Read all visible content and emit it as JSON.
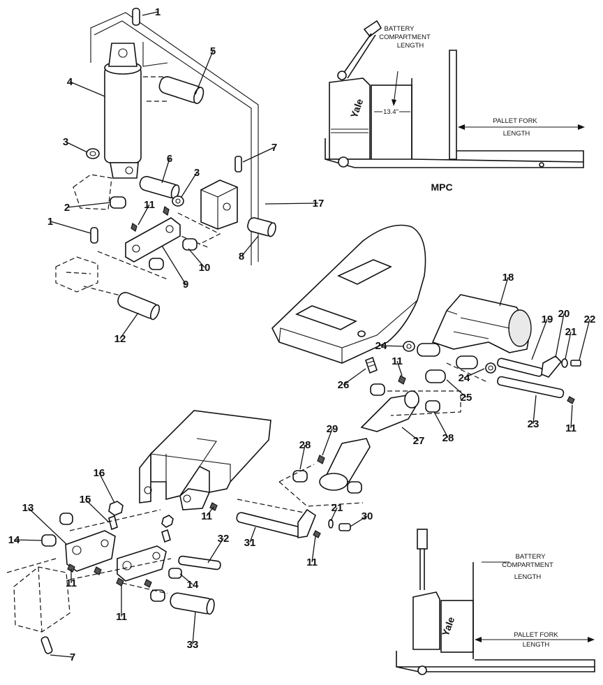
{
  "diagram": {
    "callouts": [
      {
        "id": "c1a",
        "label": "1"
      },
      {
        "id": "c5",
        "label": "5"
      },
      {
        "id": "c4",
        "label": "4"
      },
      {
        "id": "c3a",
        "label": "3"
      },
      {
        "id": "c7a",
        "label": "7"
      },
      {
        "id": "c6",
        "label": "6"
      },
      {
        "id": "c3b",
        "label": "3"
      },
      {
        "id": "c2",
        "label": "2"
      },
      {
        "id": "c11a",
        "label": "11"
      },
      {
        "id": "c1b",
        "label": "1"
      },
      {
        "id": "c8",
        "label": "8"
      },
      {
        "id": "c10",
        "label": "10"
      },
      {
        "id": "c9",
        "label": "9"
      },
      {
        "id": "c12",
        "label": "12"
      },
      {
        "id": "c17",
        "label": "17"
      },
      {
        "id": "c18",
        "label": "18"
      },
      {
        "id": "c19",
        "label": "19"
      },
      {
        "id": "c20",
        "label": "20"
      },
      {
        "id": "c22",
        "label": "22"
      },
      {
        "id": "c21a",
        "label": "21"
      },
      {
        "id": "c24a",
        "label": "24"
      },
      {
        "id": "c24b",
        "label": "24"
      },
      {
        "id": "c11b",
        "label": "11"
      },
      {
        "id": "c26",
        "label": "26"
      },
      {
        "id": "c25",
        "label": "25"
      },
      {
        "id": "c23",
        "label": "23"
      },
      {
        "id": "c11c",
        "label": "11"
      },
      {
        "id": "c28a",
        "label": "28"
      },
      {
        "id": "c27",
        "label": "27"
      },
      {
        "id": "c29",
        "label": "29"
      },
      {
        "id": "c28b",
        "label": "28"
      },
      {
        "id": "c16",
        "label": "16"
      },
      {
        "id": "c15",
        "label": "15"
      },
      {
        "id": "c13",
        "label": "13"
      },
      {
        "id": "c14a",
        "label": "14"
      },
      {
        "id": "c11d",
        "label": "11"
      },
      {
        "id": "c21b",
        "label": "21"
      },
      {
        "id": "c30",
        "label": "30"
      },
      {
        "id": "c31",
        "label": "31"
      },
      {
        "id": "c32",
        "label": "32"
      },
      {
        "id": "c11e",
        "label": "11"
      },
      {
        "id": "c11f",
        "label": "11"
      },
      {
        "id": "c14b",
        "label": "14"
      },
      {
        "id": "c11g",
        "label": "11"
      },
      {
        "id": "c33",
        "label": "33"
      },
      {
        "id": "c7b",
        "label": "7"
      }
    ],
    "inset_top": {
      "battery_label_1": "BATTERY",
      "battery_label_2": "COMPARTMENT",
      "battery_label_3": "LENGTH",
      "dimension": "13.4\"",
      "brand": "Yale",
      "fork_label_1": "PALLET FORK",
      "fork_label_2": "LENGTH",
      "model": "MPC"
    },
    "inset_bottom": {
      "battery_label_1": "BATTERY",
      "battery_label_2": "COMPARTMENT",
      "battery_label_3": "LENGTH",
      "brand": "Yale",
      "fork_label_1": "PALLET FORK",
      "fork_label_2": "LENGTH"
    }
  }
}
